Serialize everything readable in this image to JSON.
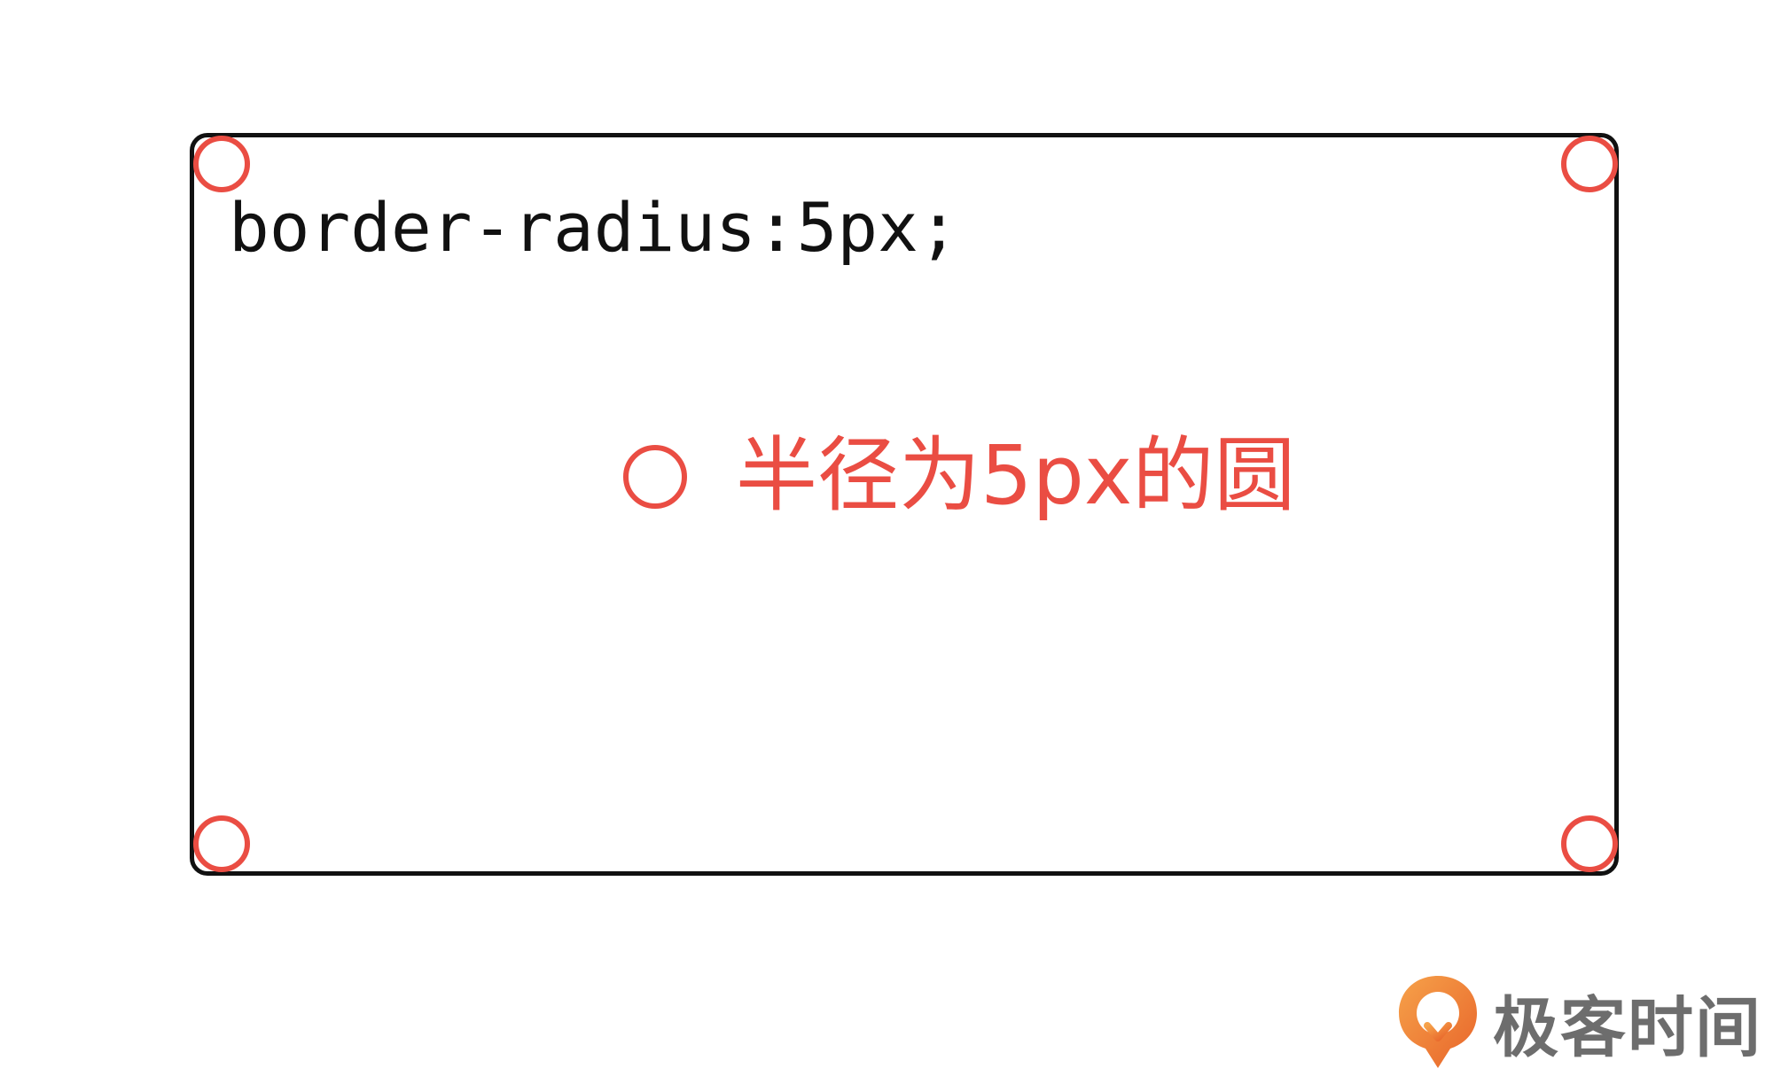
{
  "diagram": {
    "code_label": "border-radius:5px;",
    "legend_text": "半径为5px的圆"
  },
  "brand": {
    "name": "极客时间",
    "logo_icon": "geektime-logo-icon"
  },
  "colors": {
    "outline": "#111111",
    "marker": "#ea4d43",
    "brand_orange": "#f08a3c",
    "brand_text": "#6d6d6d"
  }
}
